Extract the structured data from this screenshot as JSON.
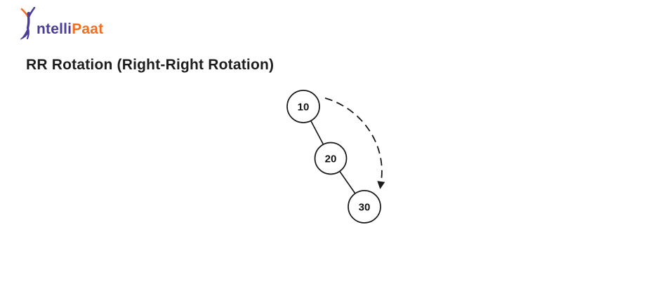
{
  "logo": {
    "icon": "person-figure-icon",
    "text_primary": "ntelli",
    "text_secondary": "Paat",
    "color_primary": "#4c3d96",
    "color_secondary": "#f26f21"
  },
  "heading": {
    "title": "RR Rotation (Right-Right Rotation)"
  },
  "diagram": {
    "type": "binary-tree",
    "description": "Right-skewed AVL tree (each node has only a right child) with a dashed arc arrow showing the RR rotation direction from the root toward the lowest node",
    "nodes": [
      {
        "label": "10",
        "role": "root"
      },
      {
        "label": "20",
        "role": "right-child-of-10"
      },
      {
        "label": "30",
        "role": "right-child-of-20"
      }
    ],
    "edges": [
      {
        "from": "10",
        "to": "20"
      },
      {
        "from": "20",
        "to": "30"
      }
    ],
    "rotation_arrow": {
      "style": "dashed",
      "from": "node-10",
      "to": "node-30",
      "meaning": "rotation direction"
    },
    "stroke_color": "#1a1a1a",
    "node_fill": "#ffffff"
  }
}
